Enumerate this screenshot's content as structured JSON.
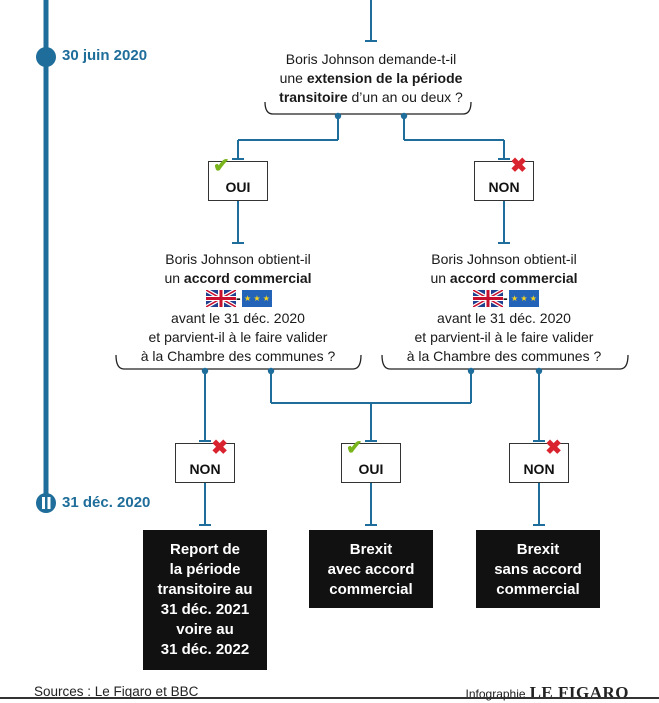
{
  "timeline": {
    "date1": "30 juin 2020",
    "date2": "31 déc. 2020"
  },
  "question1": {
    "line1": "Boris Johnson demande-t-il",
    "line2_pre": "une ",
    "line2_bold": "extension de la période",
    "line3_bold": "transitoire",
    "line3_post": " d’un an ou deux ?"
  },
  "question2": {
    "line1": "Boris Johnson obtient-il",
    "line2_pre": "un ",
    "line2_bold": "accord commercial",
    "flag_dash": "-",
    "line4": "avant le 31 déc. 2020",
    "line5": "et parvient-il à le faire valider",
    "line6": "à la Chambre des communes ?"
  },
  "answers": {
    "yes": "OUI",
    "no": "NON",
    "check_glyph": "✔",
    "cross_glyph": "✖"
  },
  "outcomes": {
    "report": [
      "Report de",
      "la période",
      "transitoire au",
      "31 déc. 2021",
      "voire au",
      "31 déc. 2022"
    ],
    "deal": [
      "Brexit",
      "avec accord",
      "commercial"
    ],
    "nodeal": [
      "Brexit",
      "sans accord",
      "commercial"
    ]
  },
  "footer": {
    "sources": "Sources : Le Figaro et BBC",
    "credit": "Infographie",
    "brand": "LE FIGARO"
  },
  "colors": {
    "timeline": "#1f6d9a",
    "connector": "#1f6d9a",
    "yes_mark": "#7ab51d",
    "no_mark": "#d9232e",
    "outcome_bg": "#111111"
  }
}
